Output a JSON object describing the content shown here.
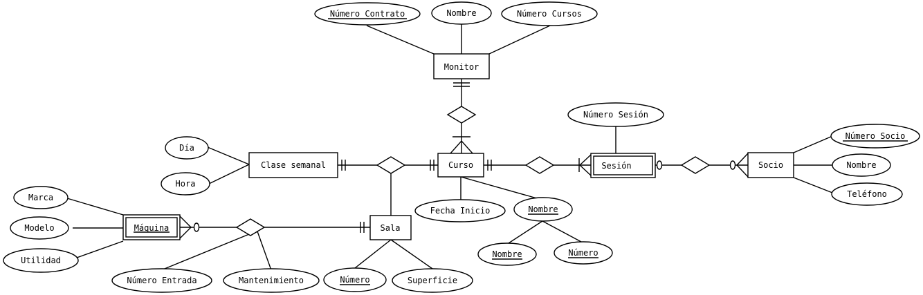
{
  "entities": {
    "monitor": "Monitor",
    "curso": "Curso",
    "clase_semanal": "Clase semanal",
    "sala": "Sala",
    "maquina": "Máquina",
    "sesion": "Sesión",
    "socio": "Socio"
  },
  "attributes": {
    "monitor_numero_contrato": "Número Contrato",
    "monitor_nombre": "Nombre",
    "monitor_numero_cursos": "Número Cursos",
    "clase_dia": "Día",
    "clase_hora": "Hora",
    "curso_fecha_inicio": "Fecha Inicio",
    "curso_nombre": "Nombre",
    "curso_nombre_nombre": "Nombre",
    "curso_nombre_numero": "Número",
    "sesion_numero": "Número Sesión",
    "socio_numero": "Número Socio",
    "socio_nombre": "Nombre",
    "socio_telefono": "Teléfono",
    "maquina_marca": "Marca",
    "maquina_modelo": "Modelo",
    "maquina_utilidad": "Utilidad",
    "mant_numero_entrada": "Número Entrada",
    "mantenimiento": "Mantenimiento",
    "sala_numero": "Número",
    "sala_superficie": "Superficie"
  }
}
